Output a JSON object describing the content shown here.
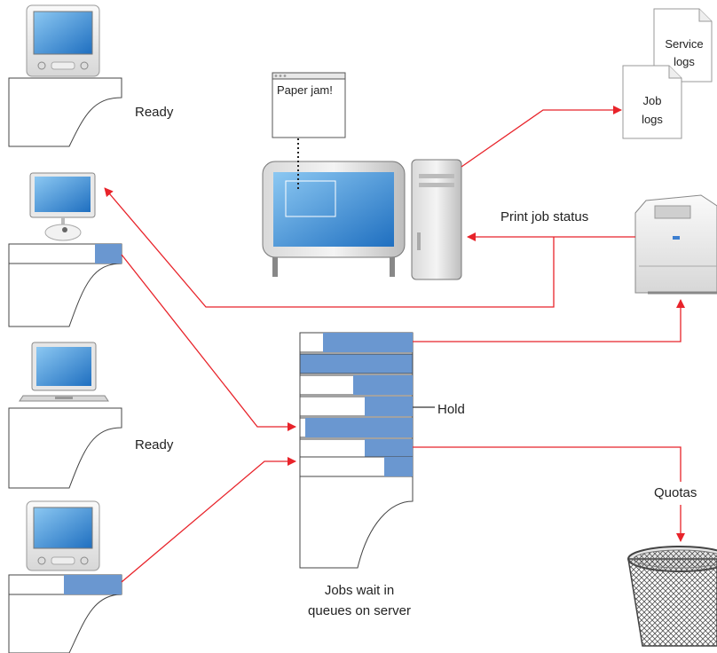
{
  "labels": {
    "ready_top": "Ready",
    "ready_mid": "Ready",
    "paper_jam": "Paper jam!",
    "service_logs_1": "Service",
    "service_logs_2": "logs",
    "job_logs_1": "Job",
    "job_logs_2": "logs",
    "print_job_status": "Print job status",
    "hold": "Hold",
    "quotas": "Quotas",
    "jobs_wait_1": "Jobs wait in",
    "jobs_wait_2": "queues on server"
  },
  "colors": {
    "arrow": "#e8232a",
    "job_bar": "#6a97d0",
    "screen": "#3d8fd8",
    "outline": "#444444"
  }
}
